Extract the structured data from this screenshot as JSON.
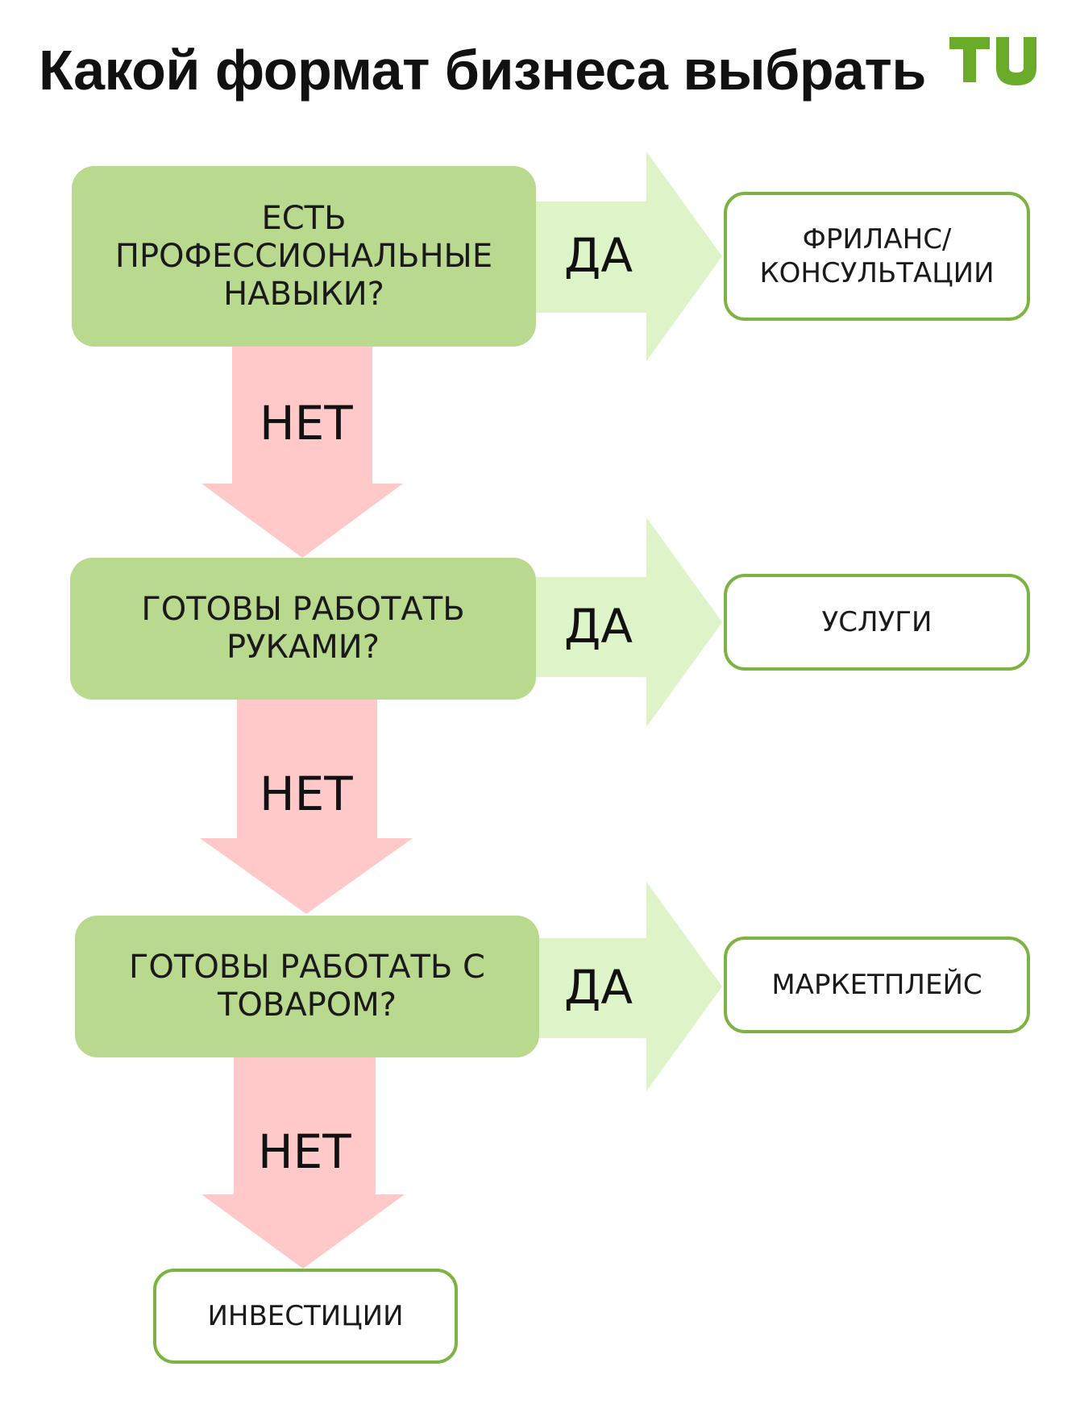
{
  "title": "Какой формат бизнеса выбрать",
  "logo": {
    "text": "TU",
    "color": "#6aac2a",
    "icon": "tu-logo-icon"
  },
  "colors": {
    "question_fill": "#b9d98f",
    "yes_arrow": "#dff3c8",
    "no_arrow": "#ffc9c9",
    "answer_border": "#7cb342"
  },
  "steps": [
    {
      "question": "ЕСТЬ\nПРОФЕССИОНАЛЬНЫЕ\nНАВЫКИ?",
      "yes_label": "ДА",
      "answer": "ФРИЛАНС/\nКОНСУЛЬТАЦИИ",
      "no_label": "НЕТ"
    },
    {
      "question": "ГОТОВЫ РАБОТАТЬ\nРУКАМИ?",
      "yes_label": "ДА",
      "answer": "УСЛУГИ",
      "no_label": "НЕТ"
    },
    {
      "question": "ГОТОВЫ РАБОТАТЬ С\nТОВАРОМ?",
      "yes_label": "ДА",
      "answer": "МАРКЕТПЛЕЙС",
      "no_label": "НЕТ"
    }
  ],
  "final_answer": "ИНВЕСТИЦИИ"
}
